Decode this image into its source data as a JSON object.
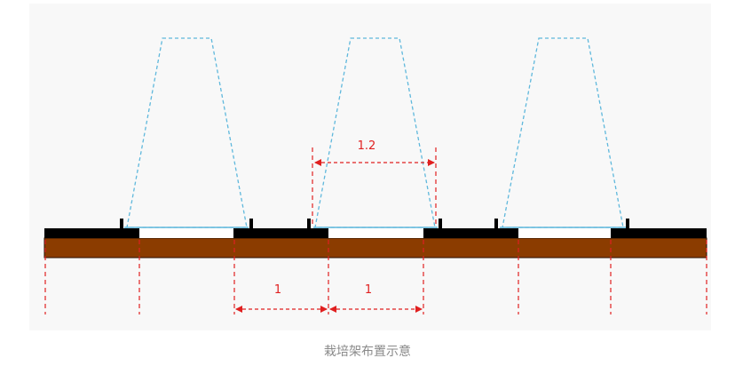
{
  "dimensions": {
    "top_span": "1.2",
    "bottom_left": "1",
    "bottom_right": "1"
  },
  "caption": "栽培架布置示意",
  "colors": {
    "panel_bg": "#f8f8f8",
    "soil": "#8b3c00",
    "soil_edge": "#2a1100",
    "rail": "#000000",
    "plate": "#ffffff",
    "frame_outline": "#5fb8dc",
    "dimension": "#e02020",
    "caption_text": "#8a8a8a"
  }
}
